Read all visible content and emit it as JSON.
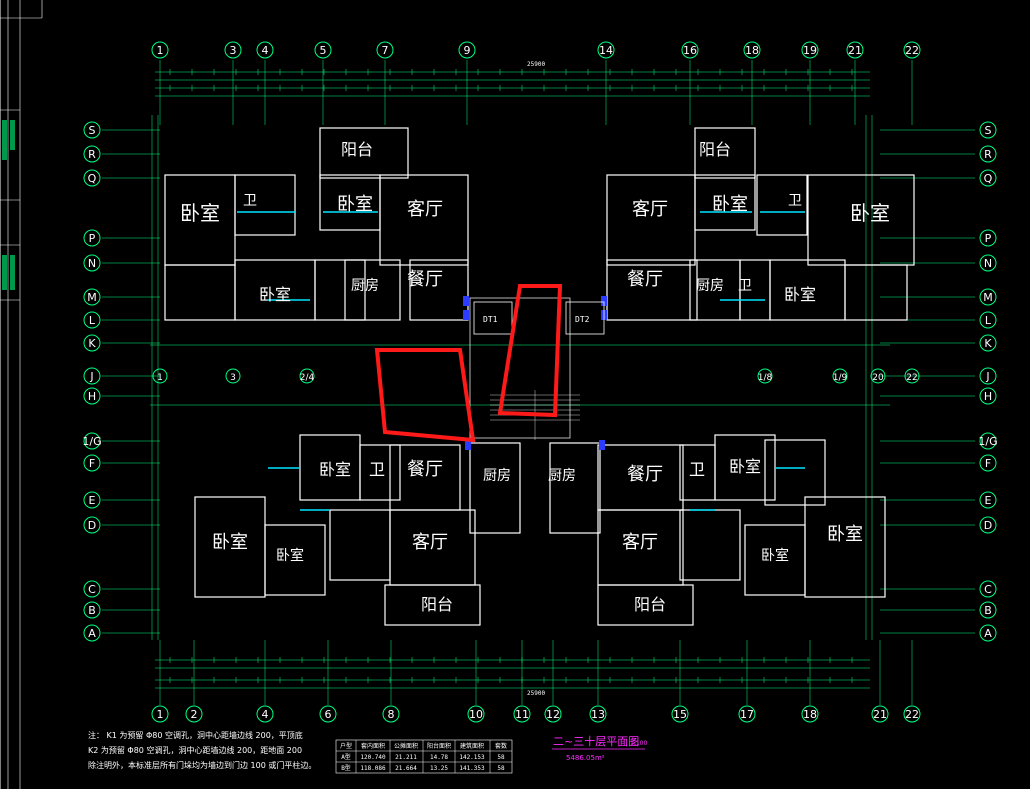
{
  "top_axes": [
    "1",
    "3",
    "4",
    "5",
    "7",
    "9",
    "14",
    "16",
    "18",
    "19",
    "21",
    "22"
  ],
  "bottom_axes": [
    "1",
    "2",
    "4",
    "6",
    "8",
    "10",
    "11",
    "12",
    "13",
    "15",
    "17",
    "18",
    "21",
    "22"
  ],
  "left_axes": [
    "S",
    "R",
    "Q",
    "P",
    "N",
    "M",
    "L",
    "K",
    "J",
    "H",
    "1/G",
    "F",
    "E",
    "D",
    "C",
    "B",
    "A"
  ],
  "mid_axes": [
    "1",
    "3",
    "2/4",
    "1/8",
    "1/9",
    "20",
    "22"
  ],
  "rooms_upper": [
    {
      "name": "卧室",
      "key": "bed-ul"
    },
    {
      "name": "卫",
      "key": "bath-ul"
    },
    {
      "name": "卧室",
      "key": "bed-uc"
    },
    {
      "name": "客厅",
      "key": "living-ul"
    },
    {
      "name": "阳台",
      "key": "bal-ul"
    },
    {
      "name": "卧室",
      "key": "bed-ul2"
    },
    {
      "name": "厨房",
      "key": "kit-ul"
    },
    {
      "name": "餐厅",
      "key": "dining-ul"
    },
    {
      "name": "阳台",
      "key": "bal-ur"
    },
    {
      "name": "客厅",
      "key": "living-ur"
    },
    {
      "name": "卧室",
      "key": "bed-ur"
    },
    {
      "name": "卫",
      "key": "bath-ur"
    },
    {
      "name": "卧室",
      "key": "bed-ur2"
    },
    {
      "name": "餐厅",
      "key": "dining-ur"
    },
    {
      "name": "厨房",
      "key": "kit-ur"
    },
    {
      "name": "卫",
      "key": "bath-ur2"
    },
    {
      "name": "卧室",
      "key": "bed-ur3"
    }
  ],
  "rooms_lower": [
    {
      "name": "卧室",
      "key": "bed-ll"
    },
    {
      "name": "卫",
      "key": "bath-ll"
    },
    {
      "name": "餐厅",
      "key": "dining-ll"
    },
    {
      "name": "厨房",
      "key": "kit-ll"
    },
    {
      "name": "卧室",
      "key": "bed-ll2"
    },
    {
      "name": "卧室",
      "key": "bed-ll3"
    },
    {
      "name": "客厅",
      "key": "living-ll"
    },
    {
      "name": "阳台",
      "key": "bal-ll"
    },
    {
      "name": "厨房",
      "key": "kit-lr"
    },
    {
      "name": "餐厅",
      "key": "dining-lr"
    },
    {
      "name": "卫",
      "key": "bath-lr"
    },
    {
      "name": "卧室",
      "key": "bed-lr"
    },
    {
      "name": "客厅",
      "key": "living-lr"
    },
    {
      "name": "阳台",
      "key": "bal-lr"
    },
    {
      "name": "卧室",
      "key": "bed-lr2"
    },
    {
      "name": "卧室",
      "key": "bed-lr3"
    }
  ],
  "elevators": [
    "DT1",
    "DT2"
  ],
  "title": "二~三十层平面图",
  "title_scale": "1:100",
  "title_area": "5486.05m²",
  "notes": [
    "注：  K1 为预留 Φ80 空调孔，洞中心距墙边线 200，平顶底",
    "       K2 为预留 Φ80 空调孔，洞中心距墙边线 200，距地面 200",
    "       除注明外，本标准层所有门垛均为墙边到门边 100 或门平柱边。"
  ],
  "table": {
    "headers": [
      "户型",
      "套内面积",
      "公摊面积",
      "阳台面积",
      "建筑面积",
      "套数"
    ],
    "rows": [
      [
        "A型",
        "120.740",
        "21.211",
        "14.78",
        "142.153",
        "58"
      ],
      [
        "B型",
        "118.086",
        "21.664",
        "13.25",
        "141.353",
        "58"
      ]
    ]
  },
  "dims_top": "25900",
  "dims_bottom": "25900"
}
